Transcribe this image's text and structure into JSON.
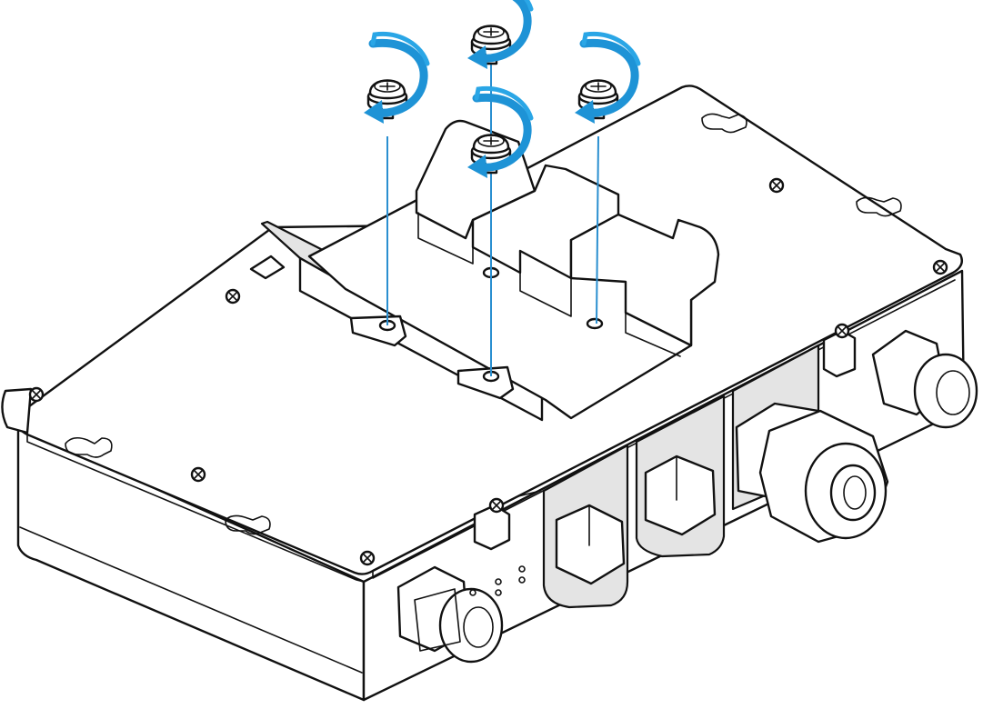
{
  "figure": {
    "description_type": "exploded-assembly-illustration",
    "colors": {
      "background": "#ffffff",
      "outline": "#111111",
      "accent_arrow": "#1e93d6",
      "accent_arrow_light": "#2aa6e6",
      "guide_line": "#2a8fd0",
      "panel_shade": "#e4e4e4"
    },
    "icons": [
      "screw-icon",
      "counterclockwise-rotation-arrow-icon"
    ],
    "screws": [
      {
        "id": "screw-top-center",
        "rotation": "counterclockwise"
      },
      {
        "id": "screw-left",
        "rotation": "counterclockwise"
      },
      {
        "id": "screw-right",
        "rotation": "counterclockwise"
      },
      {
        "id": "screw-front-center",
        "rotation": "counterclockwise"
      }
    ],
    "screw_count": 4
  }
}
